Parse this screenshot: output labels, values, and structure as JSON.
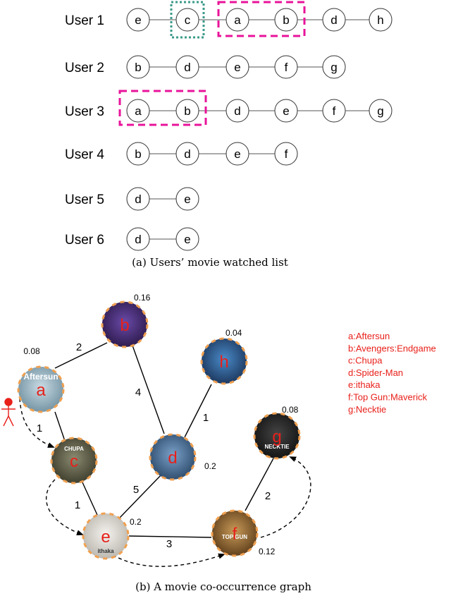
{
  "top": {
    "caption": "(a) Users’ movie watched list",
    "users": [
      {
        "label": "User 1",
        "items": [
          "e",
          "c",
          "a",
          "b",
          "d",
          "h"
        ]
      },
      {
        "label": "User 2",
        "items": [
          "b",
          "d",
          "e",
          "f",
          "g"
        ]
      },
      {
        "label": "User 3",
        "items": [
          "a",
          "b",
          "d",
          "e",
          "f",
          "g"
        ]
      },
      {
        "label": "User 4",
        "items": [
          "b",
          "d",
          "e",
          "f"
        ]
      },
      {
        "label": "User 5",
        "items": [
          "d",
          "e"
        ]
      },
      {
        "label": "User 6",
        "items": [
          "d",
          "e"
        ]
      }
    ],
    "colors": {
      "pink_box": "#e8139a",
      "teal_box": "#3a9a8a"
    }
  },
  "graph": {
    "caption": "(b) A movie co-occurrence graph",
    "nodes": [
      {
        "id": "a",
        "label": "a",
        "poster": "Aftersun",
        "weight": "0.08"
      },
      {
        "id": "b",
        "label": "b",
        "poster": "",
        "weight": "0.16"
      },
      {
        "id": "h",
        "label": "h",
        "poster": "",
        "weight": "0.04"
      },
      {
        "id": "c",
        "label": "c",
        "poster": "CHUPA",
        "weight": ""
      },
      {
        "id": "d",
        "label": "d",
        "poster": "",
        "weight": "0.2"
      },
      {
        "id": "g",
        "label": "g",
        "poster": "NECKTIE",
        "weight": "0.08"
      },
      {
        "id": "e",
        "label": "e",
        "poster": "ithaka",
        "weight": "0.2"
      },
      {
        "id": "f",
        "label": "f",
        "poster": "TOP GUN",
        "weight": "0.12"
      }
    ],
    "edges": [
      {
        "from": "a",
        "to": "b",
        "label": "2"
      },
      {
        "from": "a",
        "to": "c",
        "label": ""
      },
      {
        "from": "b",
        "to": "d",
        "label": "4"
      },
      {
        "from": "h",
        "to": "d",
        "label": "1"
      },
      {
        "from": "c",
        "to": "e",
        "label": "1"
      },
      {
        "from": "e",
        "to": "d",
        "label": "5"
      },
      {
        "from": "e",
        "to": "f",
        "label": "3"
      },
      {
        "from": "f",
        "to": "g",
        "label": "2"
      }
    ],
    "path_labels": [
      "1"
    ],
    "legend": [
      "a:Aftersun",
      "b:Avengers:Endgame",
      "c:Chupa",
      "d:Spider-Man",
      "e:ithaka",
      "f:Top Gun:Maverick",
      "g:Necktie"
    ],
    "colors": {
      "legend_text": "#e8201a",
      "node_letter": "#e8201a",
      "ring": "#f0a050",
      "user_icon": "#e8201a"
    }
  }
}
